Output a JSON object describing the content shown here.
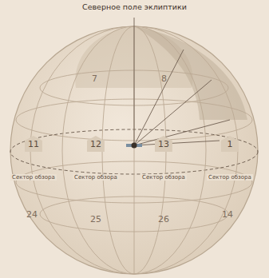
{
  "diagram": {
    "title": "Северное поле эклиптики",
    "nodes": [
      {
        "text": [
          "11",
          "Сектор обзора"
        ]
      },
      {
        "text": [
          "12",
          "Сектор обзора"
        ]
      },
      {
        "text": [
          "13",
          "Сектор обзора"
        ]
      },
      {
        "text": [
          "1",
          "Сектор обзора"
        ]
      }
    ],
    "labels": [
      "7",
      "8",
      "24",
      "25",
      "26",
      "14"
    ]
  }
}
